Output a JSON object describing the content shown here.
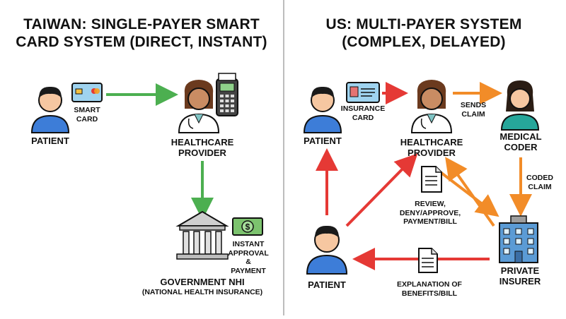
{
  "left": {
    "title_line1": "TAIWAN: SINGLE-PAYER SMART",
    "title_line2": "CARD SYSTEM (DIRECT, INSTANT)",
    "patient": "PATIENT",
    "smart_card_line1": "SMART",
    "smart_card_line2": "CARD",
    "provider_line1": "HEALTHCARE",
    "provider_line2": "PROVIDER",
    "instant_line1": "INSTANT",
    "instant_line2": "APPROVAL",
    "instant_line3": "& PAYMENT",
    "nhi_line1": "GOVERNMENT NHI",
    "nhi_line2": "(NATIONAL HEALTH INSURANCE)"
  },
  "right": {
    "title_line1": "US: MULTI-PAYER SYSTEM",
    "title_line2": "(COMPLEX, DELAYED)",
    "patient_top": "PATIENT",
    "insurance_card_line1": "INSURANCE",
    "insurance_card_line2": "CARD",
    "provider_line1": "HEALTHCARE",
    "provider_line2": "PROVIDER",
    "sends_claim_line1": "SENDS",
    "sends_claim_line2": "CLAIM",
    "coder_line1": "MEDICAL",
    "coder_line2": "CODER",
    "coded_claim_line1": "CODED",
    "coded_claim_line2": "CLAIM",
    "review_line1": "REVIEW,",
    "review_line2": "DENY/APPROVE,",
    "review_line3": "PAYMENT/BILL",
    "insurer_line1": "PRIVATE",
    "insurer_line2": "INSURER",
    "eob_line1": "EXPLANATION OF",
    "eob_line2": "BENEFITS/BILL",
    "patient_bottom": "PATIENT"
  },
  "colors": {
    "green_arrow": "#4caf50",
    "red_arrow": "#e53935",
    "orange_arrow": "#f28c28",
    "divider": "#bdbdbd",
    "patient_shirt": "#3d7dd8",
    "provider_coat": "#ffffff",
    "coder_scrubs": "#26a69a",
    "building": "#5b9bd5",
    "money": "#7cc36e"
  },
  "icons": [
    "patient-icon",
    "smart-card-icon",
    "provider-icon",
    "card-terminal-icon",
    "government-building-icon",
    "money-icon",
    "insurance-card-icon",
    "medical-coder-icon",
    "document-icon",
    "insurer-building-icon"
  ]
}
